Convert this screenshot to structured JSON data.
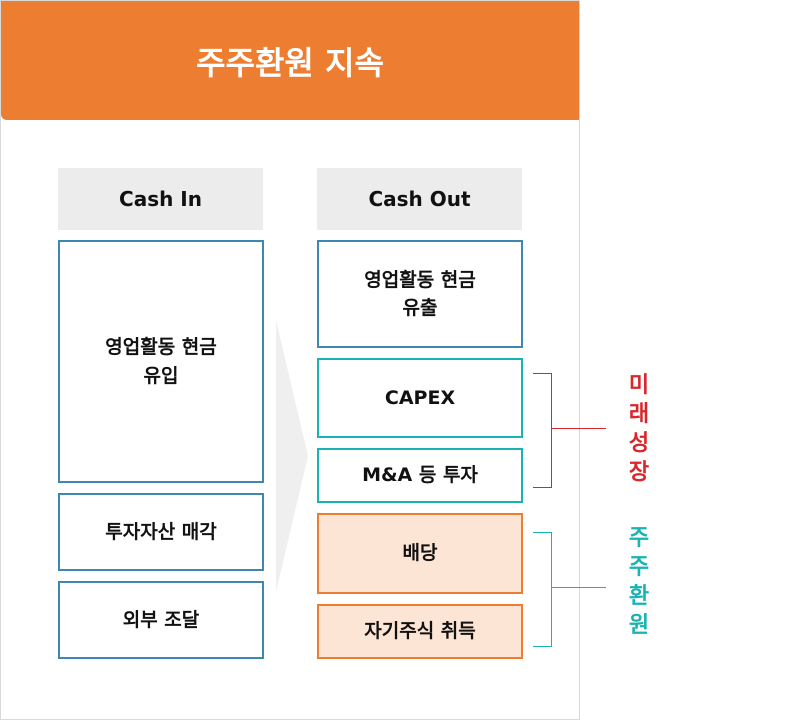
{
  "title": "주주환원 지속",
  "cash_in": {
    "header": "Cash In",
    "items": [
      "영업활동 현금\n유입",
      "투자자산 매각",
      "외부 조달"
    ]
  },
  "cash_out": {
    "header": "Cash Out",
    "items": [
      "영업활동 현금\n유출",
      "CAPEX",
      "M&A 등 투자",
      "배당",
      "자기주식 취득"
    ]
  },
  "groups": [
    {
      "label": "미\n래\n성\n장",
      "color": "#D9262B"
    },
    {
      "label": "주\n주\n환\n원",
      "color": "#1AB3B3"
    }
  ],
  "colors": {
    "header": "#ED7D31",
    "blue": "#3E87B0",
    "teal": "#1AB3B3",
    "orange": "#ED7D31",
    "fill": "#FDE5D6"
  }
}
